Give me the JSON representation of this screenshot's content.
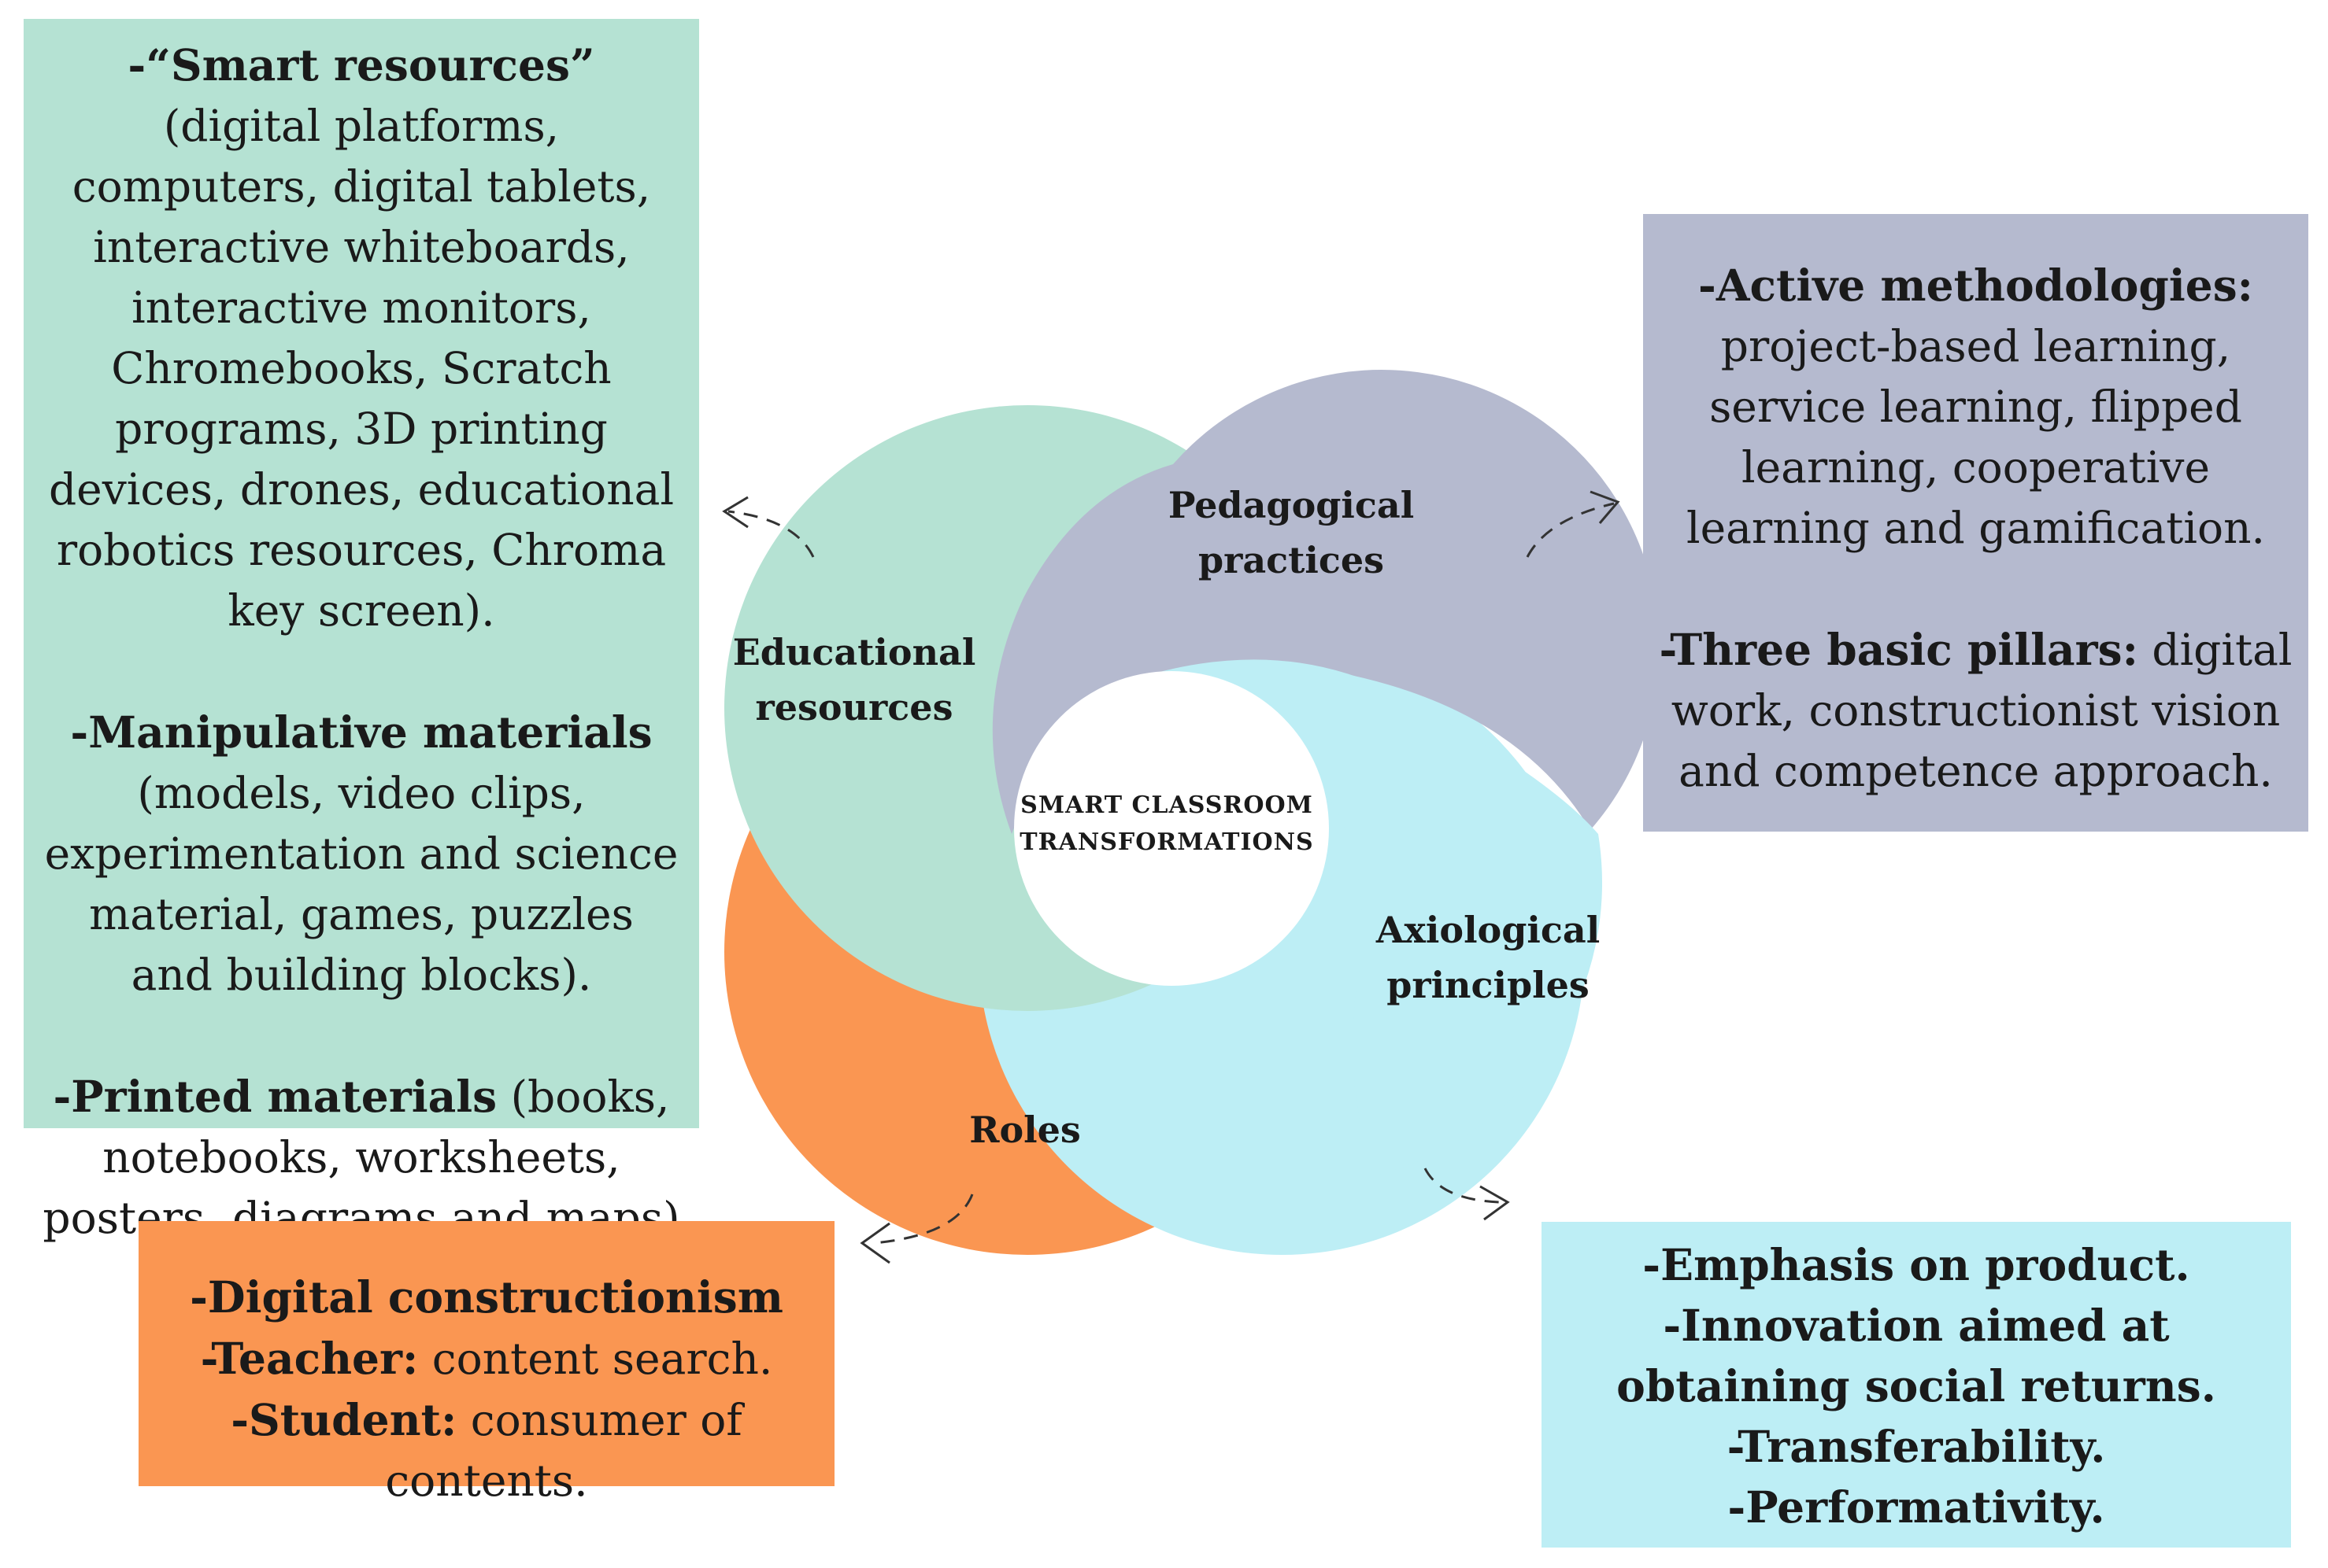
{
  "center_title": [
    "SMART CLASSROOM",
    "TRANSFORMATIONS"
  ],
  "segments": {
    "educational_resources": {
      "label": [
        "Educational",
        "resources"
      ],
      "color": "#b5e2d3"
    },
    "pedagogical_practices": {
      "label": [
        "Pedagogical",
        "practices"
      ],
      "color": "#b5bacf"
    },
    "axiological_principles": {
      "label": [
        "Axiological",
        "principles"
      ],
      "color": "#bdeef5"
    },
    "roles": {
      "label": [
        "Roles"
      ],
      "color": "#fa9652"
    }
  },
  "box_resources": {
    "color": "#b5e2d3",
    "p1_bold": "-“Smart resources”",
    "p1_rest": " (digital platforms, computers, digital tablets, interactive whiteboards, interactive monitors, Chromebooks, Scratch programs, 3D printing devices, drones, educational robotics resources, Chroma key screen).",
    "p2_bold": "-Manipulative materials",
    "p2_rest": " (models, video clips, experimentation and science material, games, puzzles and building blocks).",
    "p3_bold": "-Printed materials",
    "p3_rest": " (books, notebooks, worksheets, posters, diagrams and maps)"
  },
  "box_pedagogical": {
    "color": "#b5bacf",
    "p1_bold": "-Active methodologies:",
    "p1_rest": " project-based learning, service learning, flipped learning, cooperative learning and gamification.",
    "p2_bold": "-Three basic pillars:",
    "p2_rest": " digital work, constructionist vision and competence approach."
  },
  "box_roles": {
    "color": "#fa9652",
    "l1_bold": "-Digital constructionism",
    "l2_bold": "-Teacher:",
    "l2_rest": " content search.",
    "l3_bold": "-Student:",
    "l3_rest": " consumer of contents."
  },
  "box_axiological": {
    "color": "#bdeef5",
    "l1": "-Emphasis on product.",
    "l2": "-Innovation aimed at obtaining social returns.",
    "l3": "-Transferability.",
    "l4": "-Performativity."
  }
}
